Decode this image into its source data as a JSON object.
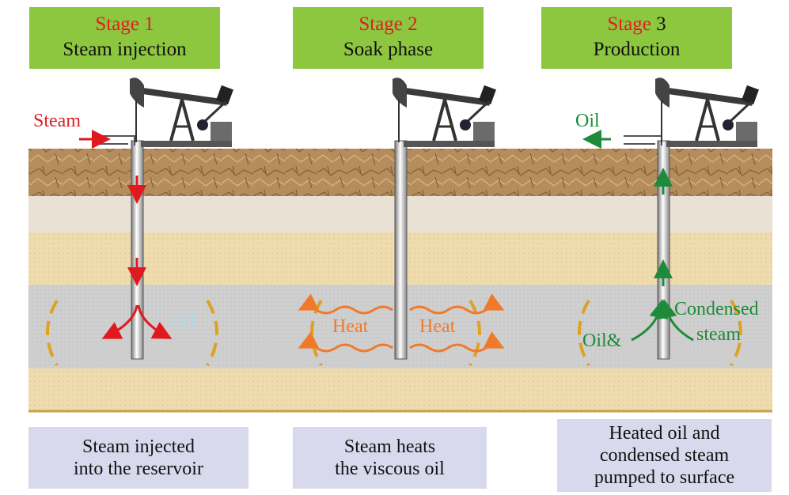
{
  "stages": [
    {
      "stage_word": "Stage",
      "stage_num": "1",
      "title": "Steam injection",
      "description": [
        "Steam injected",
        "into the reservoir"
      ]
    },
    {
      "stage_word": "Stage",
      "stage_num": "2",
      "title": "Soak phase",
      "description": [
        "Steam heats",
        "the viscous oil"
      ]
    },
    {
      "stage_word": "Stage",
      "stage_num": "3",
      "title": "Production",
      "description": [
        "Heated oil and",
        "condensed steam",
        "pumped to surface"
      ]
    }
  ],
  "labels": {
    "steam_in": "Steam",
    "oil_stage1": "Oil",
    "heat_left": "Heat",
    "heat_right": "Heat",
    "oil_out": "Oil",
    "oil_and": "Oil&",
    "condensed": "Condensed",
    "steam": "steam"
  },
  "colors": {
    "stage_box": "#8dc63f",
    "desc_box": "#d9d9ee",
    "stage_text_red": "#dd1f26",
    "steam_arrow": "#e0191f",
    "heat": "#f07a2a",
    "oil_green": "#1e8a3a",
    "oil_label_blue": "#aed6e8",
    "dashed_arc": "#e0a020"
  },
  "icons": [
    "pumpjack-icon",
    "steam-arrow-icon",
    "oil-arrow-icon",
    "heat-wave-icon"
  ]
}
